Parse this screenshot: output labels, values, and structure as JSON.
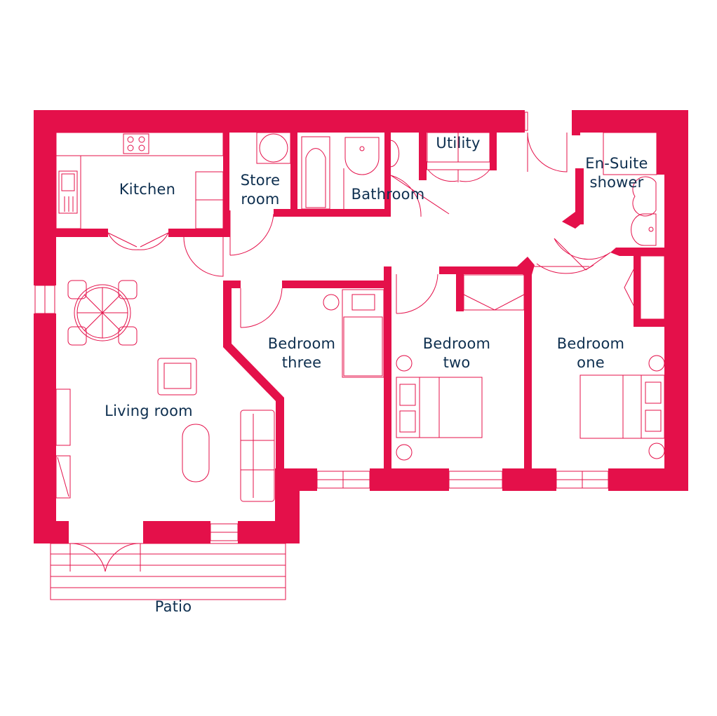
{
  "colors": {
    "wall": "#e4104a",
    "fixture": "#e4104a",
    "label": "#0e2f4f",
    "background": "#ffffff"
  },
  "rooms": {
    "kitchen": [
      "Kitchen"
    ],
    "store_room": [
      "Store",
      "room"
    ],
    "bathroom": [
      "Bathroom"
    ],
    "utility": [
      "Utility"
    ],
    "ensuite": [
      "En-Suite",
      "shower"
    ],
    "living_room": [
      "Living room"
    ],
    "bedroom_three": [
      "Bedroom",
      "three"
    ],
    "bedroom_two": [
      "Bedroom",
      "two"
    ],
    "bedroom_one": [
      "Bedroom",
      "one"
    ],
    "patio": [
      "Patio"
    ]
  }
}
